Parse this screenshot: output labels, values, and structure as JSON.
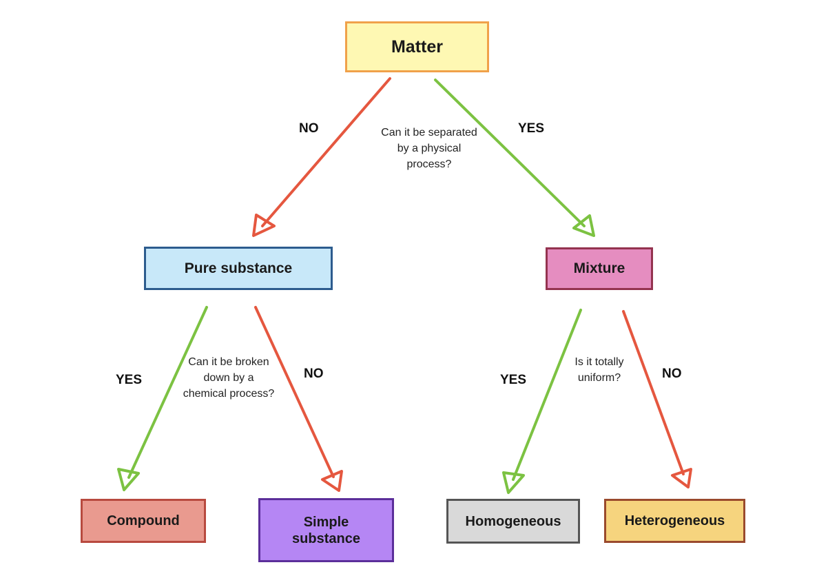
{
  "nodes": {
    "matter": "Matter",
    "pure_substance": "Pure substance",
    "mixture": "Mixture",
    "compound": "Compound",
    "simple_substance": "Simple substance",
    "homogeneous": "Homogeneous",
    "heterogeneous": "Heterogeneous"
  },
  "questions": {
    "physical": "Can it be separated by a physical process?",
    "chemical": "Can it be broken down by a chemical process?",
    "uniform": "Is it totally uniform?"
  },
  "edges": {
    "matter_to_pure": "NO",
    "matter_to_mixture": "YES",
    "pure_to_compound": "YES",
    "pure_to_simple": "NO",
    "mixture_to_homogeneous": "YES",
    "mixture_to_heterogeneous": "NO"
  },
  "colors": {
    "yes_arrow": "#7cc242",
    "no_arrow": "#e5573f"
  }
}
